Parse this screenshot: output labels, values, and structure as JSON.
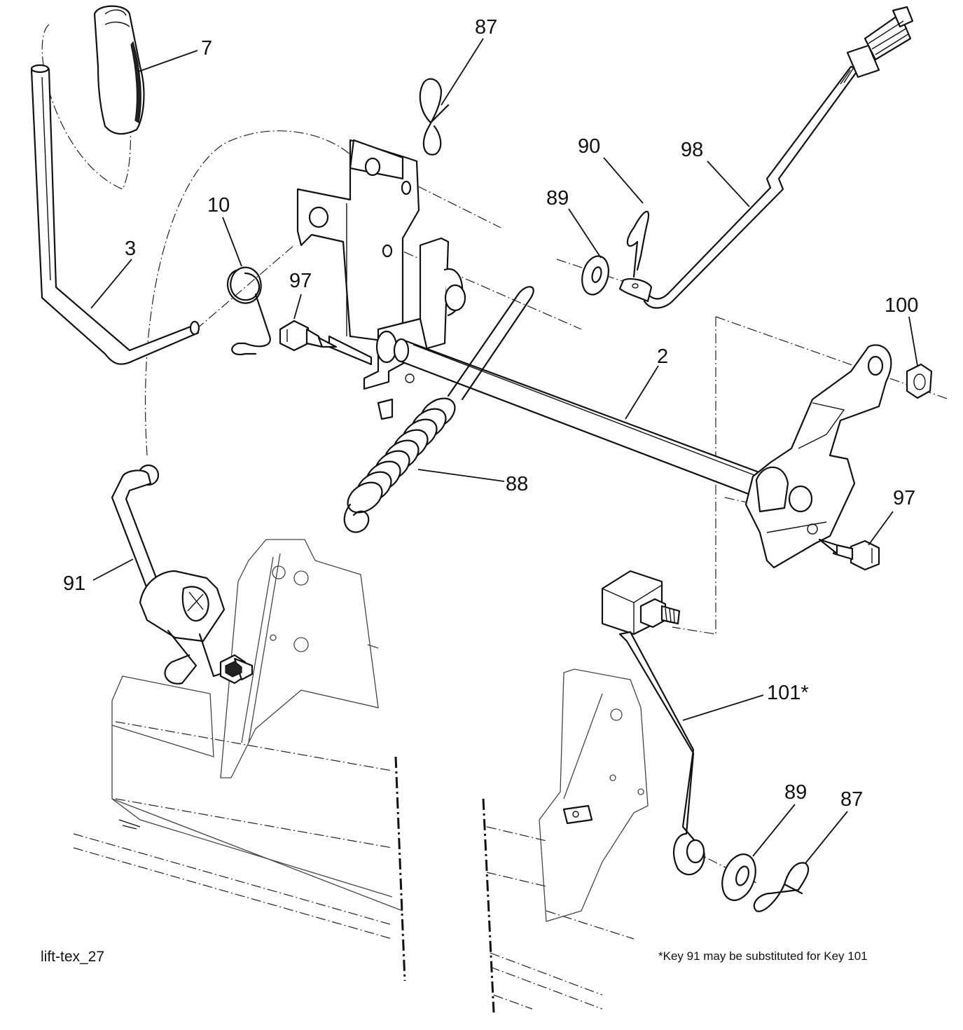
{
  "diagram": {
    "callouts": [
      {
        "id": "c7",
        "label": "7"
      },
      {
        "id": "c87a",
        "label": "87"
      },
      {
        "id": "c90",
        "label": "90"
      },
      {
        "id": "c98",
        "label": "98"
      },
      {
        "id": "c89a",
        "label": "89"
      },
      {
        "id": "c10",
        "label": "10"
      },
      {
        "id": "c3",
        "label": "3"
      },
      {
        "id": "c97a",
        "label": "97"
      },
      {
        "id": "c100",
        "label": "100"
      },
      {
        "id": "c2",
        "label": "2"
      },
      {
        "id": "c88",
        "label": "88"
      },
      {
        "id": "c97b",
        "label": "97"
      },
      {
        "id": "c91",
        "label": "91"
      },
      {
        "id": "c101",
        "label": "101*"
      },
      {
        "id": "c89b",
        "label": "89"
      },
      {
        "id": "c87b",
        "label": "87"
      }
    ],
    "drawing_id": "lift-tex_27",
    "footnote": "*Key 91 may be substituted for Key 101"
  }
}
